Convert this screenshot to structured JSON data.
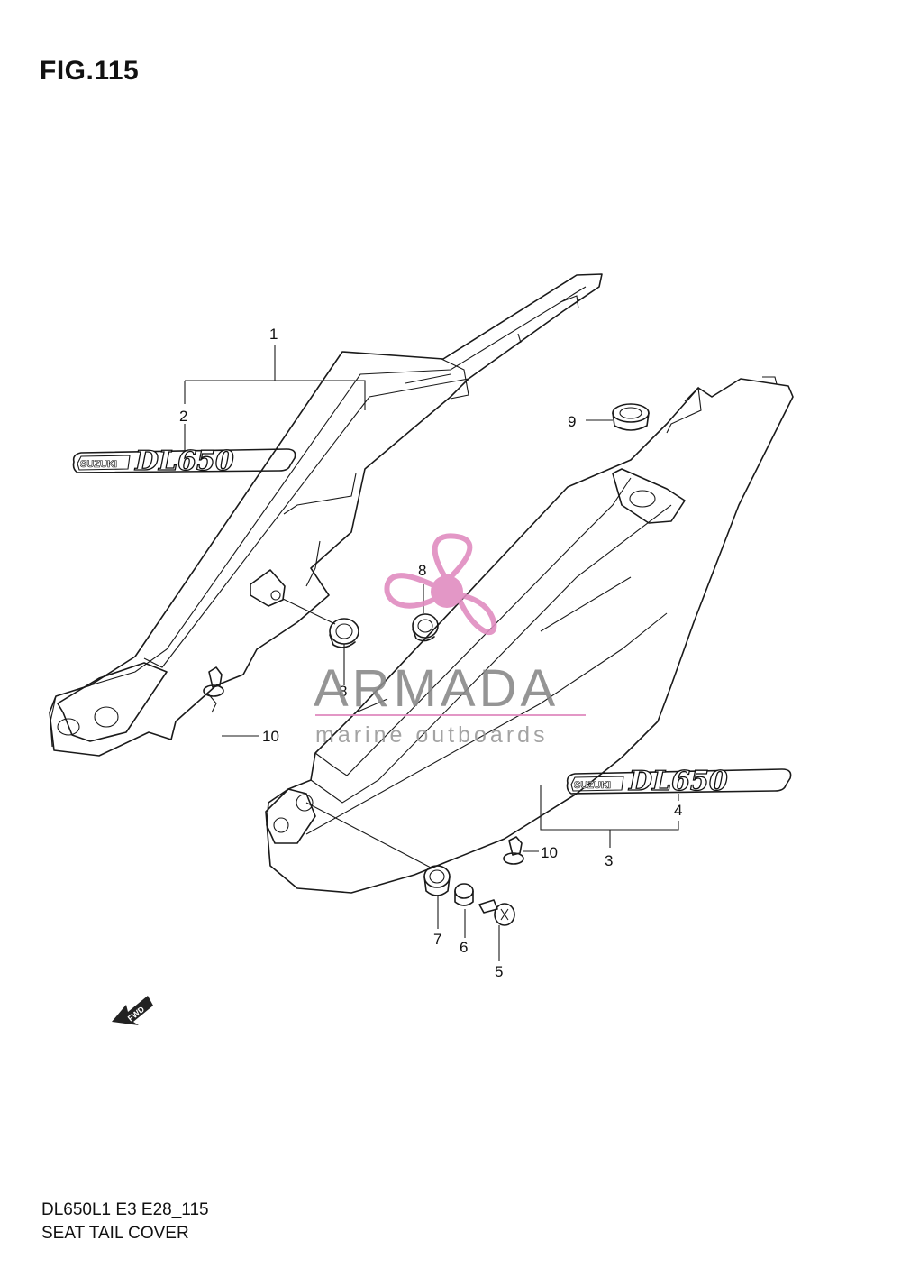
{
  "figure": {
    "title": "FIG.115",
    "model_code": "DL650L1 E3 E28_115",
    "name": "SEAT TAIL COVER"
  },
  "watermark": {
    "brand": "ARMADA",
    "tagline": "marine outboards",
    "color": "#e08cc0"
  },
  "decal": {
    "maker": "SUZUKI",
    "model": "DL650"
  },
  "direction_marker": "FWD",
  "callouts": [
    "1",
    "2",
    "3",
    "4",
    "5",
    "6",
    "7",
    "8",
    "8",
    "9",
    "10",
    "10"
  ]
}
